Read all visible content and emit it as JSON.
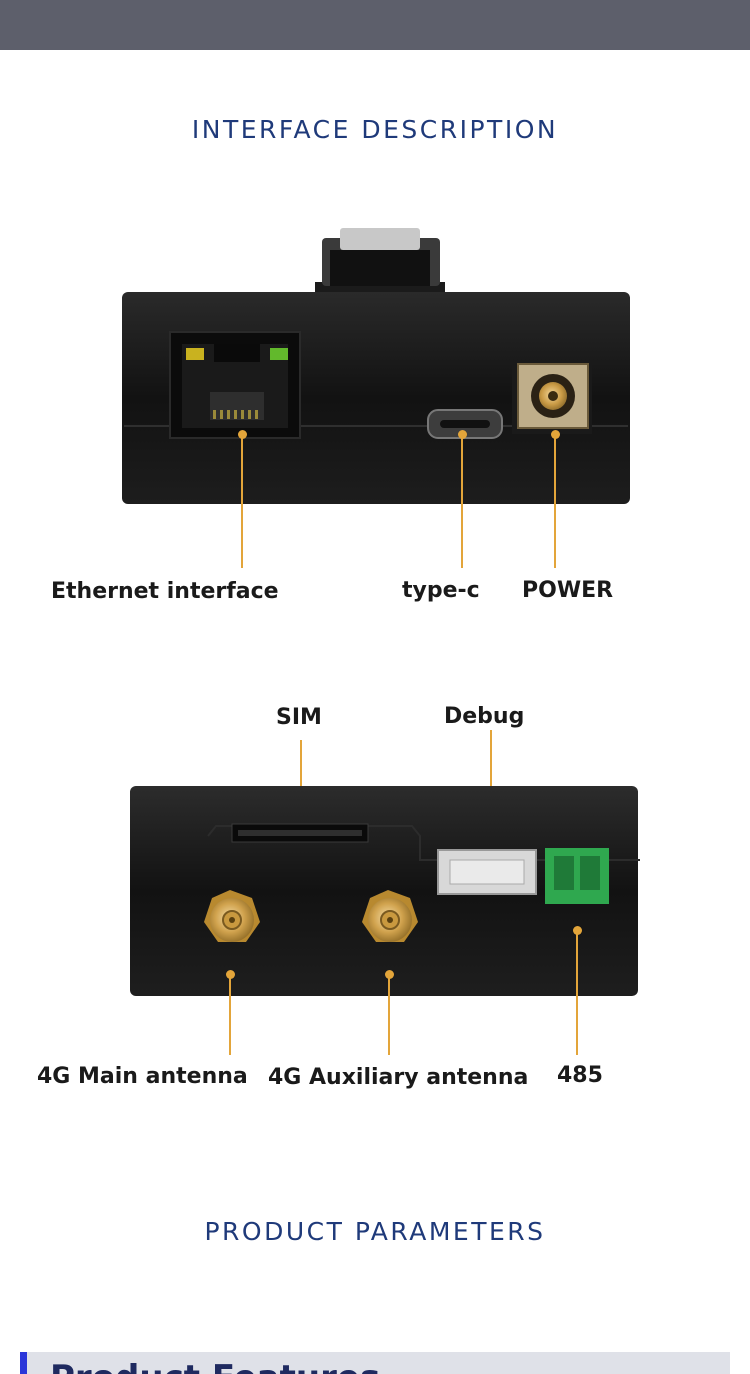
{
  "sections": {
    "interface_title": "INTERFACE DESCRIPTION",
    "params_title": "PRODUCT PARAMETERS"
  },
  "front_panel": {
    "ethernet_label": "Ethernet interface",
    "typec_label": "type-c",
    "power_label": "POWER"
  },
  "back_panel": {
    "sim_label": "SIM",
    "debug_label": "Debug",
    "main_antenna_label": "4G Main antenna",
    "aux_antenna_label": "4G Auxiliary antenna",
    "rs485_label": "485"
  },
  "footer": {
    "heading": "Product Features"
  },
  "colors": {
    "accent_title": "#1f3a7a",
    "leader_line": "#e3a53a",
    "device_body": "#141414",
    "terminal_green": "#2fa84f",
    "footer_accent": "#2b36d9"
  }
}
